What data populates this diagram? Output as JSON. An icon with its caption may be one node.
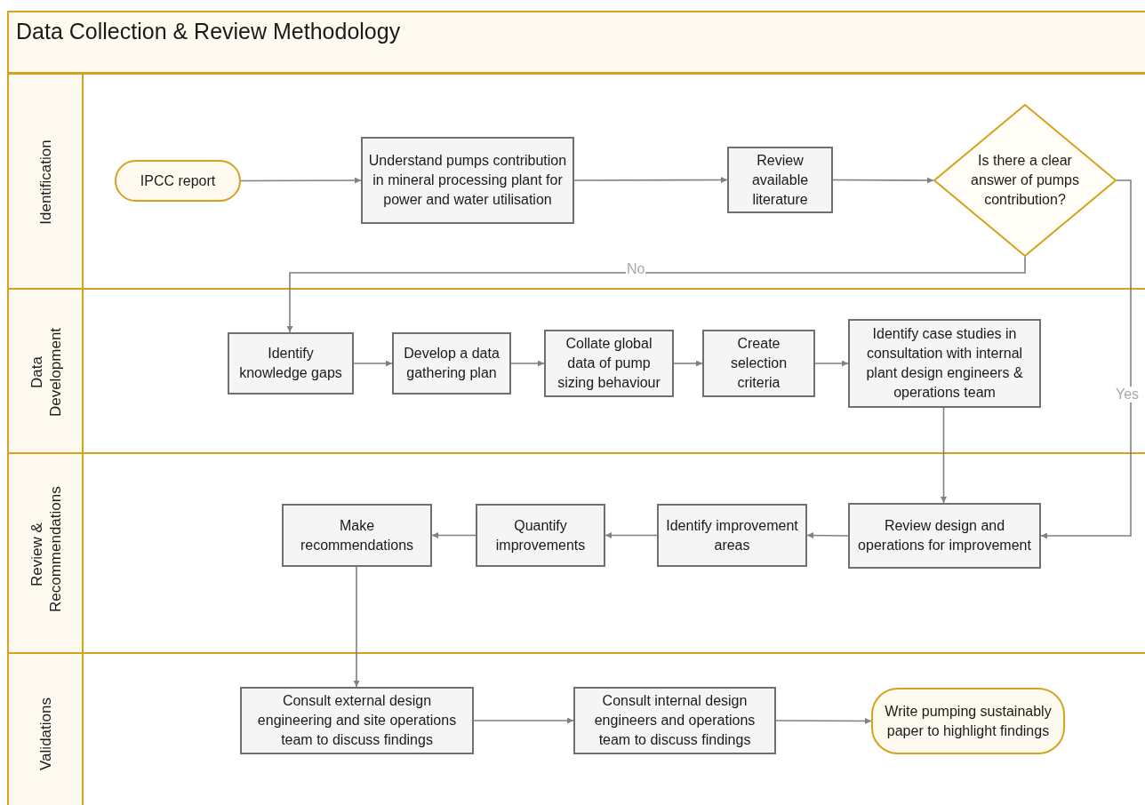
{
  "diagram": {
    "title": "Data Collection & Review Methodology",
    "nodes": [
      {
        "text": [
          "Identification"
        ]
      },
      {
        "text": [
          "IPCC report"
        ],
        "in": 0
      },
      {
        "text": [
          "Understand pumps contribution in mineral processing plant for power and water utilisation"
        ],
        "in": 0
      },
      {
        "text": [
          "Review available literature"
        ],
        "in": 0
      },
      {
        "text": [
          "Is there a clear answer of pumps contribution?"
        ],
        "in": 0
      },
      {
        "text": [
          "Data Development"
        ]
      },
      {
        "text": [
          "Identify knowledge gaps"
        ],
        "in": 5
      },
      {
        "text": [
          "Develop a data gathering plan"
        ],
        "in": 5
      },
      {
        "text": [
          "Collate global data of pump sizing behaviour"
        ],
        "in": 5
      },
      {
        "text": [
          "Create selection criteria"
        ],
        "in": 5
      },
      {
        "text": [
          "Identify case studies in consultation with internal plant design engineers & operations team"
        ],
        "in": 5
      },
      {
        "text": [
          "Review & Recommendations"
        ]
      },
      {
        "text": [
          "Review design and operations for improvement"
        ],
        "in": 11
      },
      {
        "text": [
          "Identify improvement areas"
        ],
        "in": 11
      },
      {
        "text": [
          "Quantify improvements"
        ],
        "in": 11
      },
      {
        "text": [
          "Make recommendations"
        ],
        "in": 11
      },
      {
        "text": [
          "Validations"
        ]
      },
      {
        "text": [
          "Consult external design engineering and site operations team to discuss findings"
        ],
        "in": 16
      },
      {
        "text": [
          "Consult internal design engineers and operations team to discuss findings"
        ],
        "in": 16
      },
      {
        "text": [
          "Write pumping sustainably paper to highlight findings"
        ],
        "in": 16
      }
    ],
    "edges": [
      {
        "from": 1,
        "to": 2,
        "arrow": "to"
      },
      {
        "from": 2,
        "to": 3,
        "arrow": "to"
      },
      {
        "from": 3,
        "to": 4,
        "arrow": "to"
      },
      {
        "from": 4,
        "to": 6,
        "arrow": "to",
        "label": "No"
      },
      {
        "from": 4,
        "to": 12,
        "arrow": "to",
        "label": "Yes"
      },
      {
        "from": 6,
        "to": 7,
        "arrow": "to"
      },
      {
        "from": 7,
        "to": 8,
        "arrow": "to"
      },
      {
        "from": 8,
        "to": 9,
        "arrow": "to"
      },
      {
        "from": 9,
        "to": 10,
        "arrow": "to"
      },
      {
        "from": 10,
        "to": 12,
        "arrow": "to"
      },
      {
        "from": 12,
        "to": 13,
        "arrow": "to"
      },
      {
        "from": 13,
        "to": 14,
        "arrow": "to"
      },
      {
        "from": 14,
        "to": 15,
        "arrow": "to"
      },
      {
        "from": 15,
        "to": 17,
        "arrow": "to"
      },
      {
        "from": 17,
        "to": 18,
        "arrow": "to"
      },
      {
        "from": 18,
        "to": 19,
        "arrow": "to"
      }
    ]
  }
}
